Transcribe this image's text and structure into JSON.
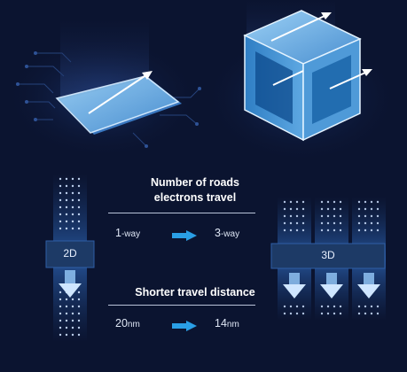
{
  "heading": {
    "line1": "Number of roads",
    "line2": "electrons travel"
  },
  "roads": {
    "left_value": "1",
    "left_unit": "-way",
    "right_value": "3",
    "right_unit": "-way"
  },
  "subheading": "Shorter travel distance",
  "distance": {
    "left_value": "20",
    "left_unit": "nm",
    "right_value": "14",
    "right_unit": "nm"
  },
  "labels": {
    "left_badge": "2D",
    "right_badge": "3D"
  },
  "colors": {
    "background": "#0b1430",
    "accent_arrow": "#2a9fe6",
    "badge_fill": "#1d3a66",
    "glass": "#6fb3ea"
  }
}
